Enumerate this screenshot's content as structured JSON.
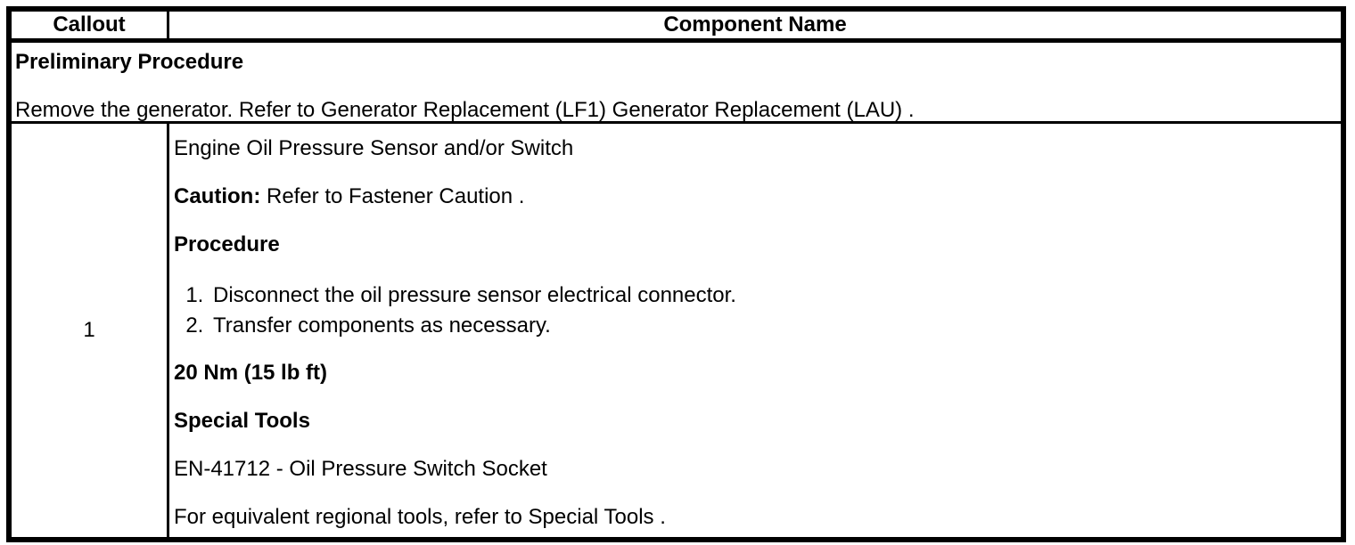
{
  "page": {
    "background_color": "#ffffff",
    "border_color": "#000000"
  },
  "table": {
    "header": {
      "callout": "Callout",
      "component_name": "Component Name"
    },
    "preliminary_row": {
      "title": "Preliminary Procedure",
      "text": "Remove the generator. Refer to Generator Replacement (LF1) Generator Replacement (LAU) ."
    },
    "component_row": {
      "callout": "1",
      "component_name": "Engine Oil Pressure Sensor and/or Switch",
      "caution_label": "Caution:",
      "caution_text": "Refer to Fastener Caution .",
      "procedure_heading": "Procedure",
      "steps": [
        "Disconnect the oil pressure sensor electrical connector.",
        "Transfer components as necessary."
      ],
      "torque_spec": "20 Nm (15 lb ft)",
      "special_tools_heading": "Special Tools",
      "special_tool": "EN-41712 - Oil Pressure Switch Socket",
      "equivalent_tools_note": "For equivalent regional tools, refer to Special Tools ."
    }
  }
}
